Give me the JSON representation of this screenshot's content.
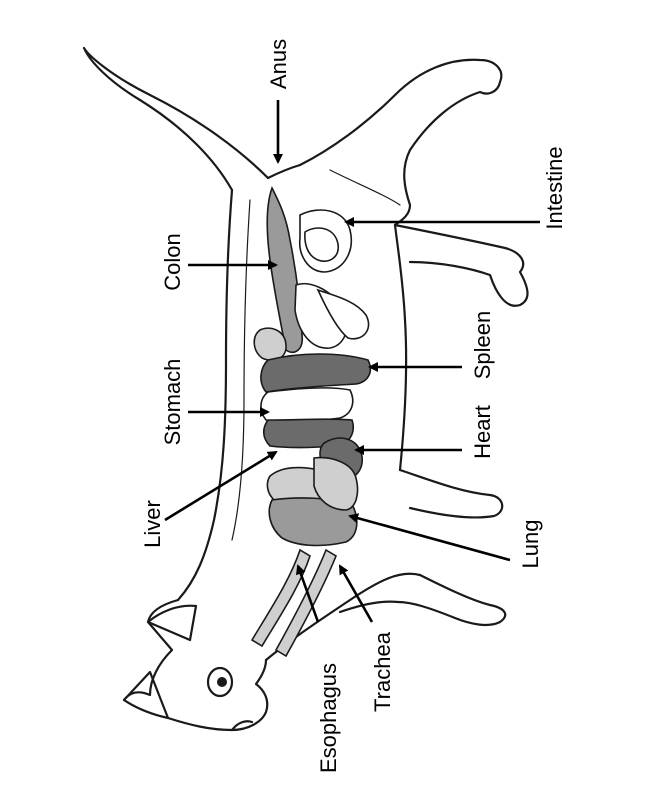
{
  "labels": {
    "anus": "Anus",
    "intestine": "Intestine",
    "colon": "Colon",
    "spleen": "Spleen",
    "stomach": "Stomach",
    "heart": "Heart",
    "liver": "Liver",
    "lung": "Lung",
    "esophagus": "Esophagus",
    "trachea": "Trachea"
  },
  "colors": {
    "organ_dark": "#6b6b6b",
    "organ_mid": "#9a9a9a",
    "organ_light": "#cfcfcf",
    "outline": "#1a1a1a"
  }
}
